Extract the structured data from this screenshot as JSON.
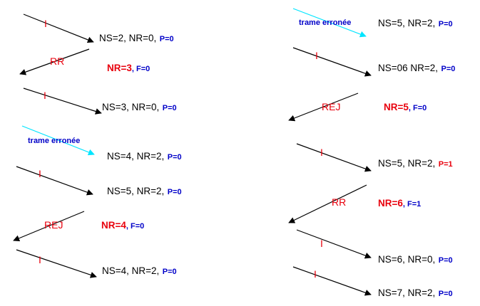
{
  "colors": {
    "frame_label": "#e8000d",
    "fields": "#000000",
    "bit": "#0000c8",
    "error_arrow": "#00e5ff",
    "arrow": "#000000"
  },
  "left": {
    "e1": {
      "label": "I",
      "fields": "NS=2, NR=0,",
      "bit": "P=0"
    },
    "e2": {
      "label": "RR",
      "nr": "NR=3",
      "bit": ", F=0"
    },
    "e3": {
      "label": "I",
      "fields": "NS=3, NR=0,",
      "bit": "P=0"
    },
    "e4": {
      "error_label": "trame erronée",
      "fields": "NS=4, NR=2,",
      "bit": "P=0"
    },
    "e5": {
      "label": "I",
      "fields": "NS=5, NR=2,",
      "bit": "P=0"
    },
    "e6": {
      "label": "REJ",
      "nr": "NR=4",
      "bit": ", F=0"
    },
    "e7": {
      "label": "I",
      "fields": "NS=4, NR=2,",
      "bit": "P=0"
    }
  },
  "right": {
    "e1": {
      "error_label": "trame erronée",
      "fields": "NS=5, NR=2,",
      "bit": "P=0"
    },
    "e2": {
      "label": "I",
      "fields": "NS=06 NR=2,",
      "bit": "P=0"
    },
    "e3": {
      "label": "REJ",
      "nr": "NR=5",
      "bit": ", F=0"
    },
    "e4": {
      "label": "I",
      "fields": "NS=5, NR=2,",
      "bit": "P=1"
    },
    "e5": {
      "label": "RR",
      "nr": "NR=6",
      "bit": ", F=1"
    },
    "e6": {
      "label": "I",
      "fields": "NS=6, NR=0,",
      "bit": "P=0"
    },
    "e7": {
      "label": "I",
      "fields": "NS=7, NR=2,",
      "bit": "P=0"
    }
  }
}
